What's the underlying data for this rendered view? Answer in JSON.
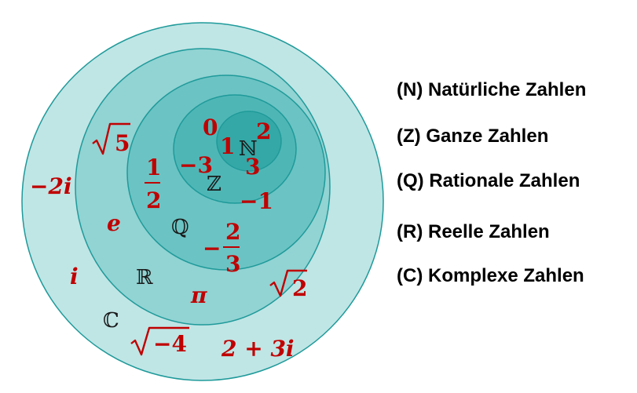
{
  "colors": {
    "ring_stroke": "#1f9a9a",
    "complex_fill": "#c0e5e5",
    "real_fill": "#92d3d3",
    "rational_fill": "#6cc3c3",
    "integer_fill": "#4fb6b6",
    "natural_fill": "#34a8a6",
    "example_text": "#c00000",
    "symbol_text": "#1a1a1a"
  },
  "sets": {
    "natural": {
      "symbol": "ℕ",
      "legend": "(N) Natürliche Zahlen"
    },
    "integers": {
      "symbol": "ℤ",
      "legend": "(Z) Ganze Zahlen"
    },
    "rationals": {
      "symbol": "ℚ",
      "legend": "(Q) Rationale Zahlen"
    },
    "reals": {
      "symbol": "ℝ",
      "legend": "(R) Reelle Zahlen"
    },
    "complex": {
      "symbol": "ℂ",
      "legend": "(C) Komplexe Zahlen"
    }
  },
  "examples": {
    "natural": [
      "0",
      "1",
      "2",
      "3"
    ],
    "integers": [
      "−3",
      "−1"
    ],
    "rationals": {
      "half_num": "1",
      "half_den": "2",
      "neg_sign": "−",
      "neg_num": "2",
      "neg_den": "3"
    },
    "reals": {
      "sqrt5_radicand": "5",
      "e": "e",
      "pi": "π",
      "sqrt2_radicand": "2"
    },
    "complex": {
      "minus_2i": "−2i",
      "i": "i",
      "sqrt_neg4_radicand": "−4",
      "two_plus_3i": "2 + 3i"
    }
  }
}
